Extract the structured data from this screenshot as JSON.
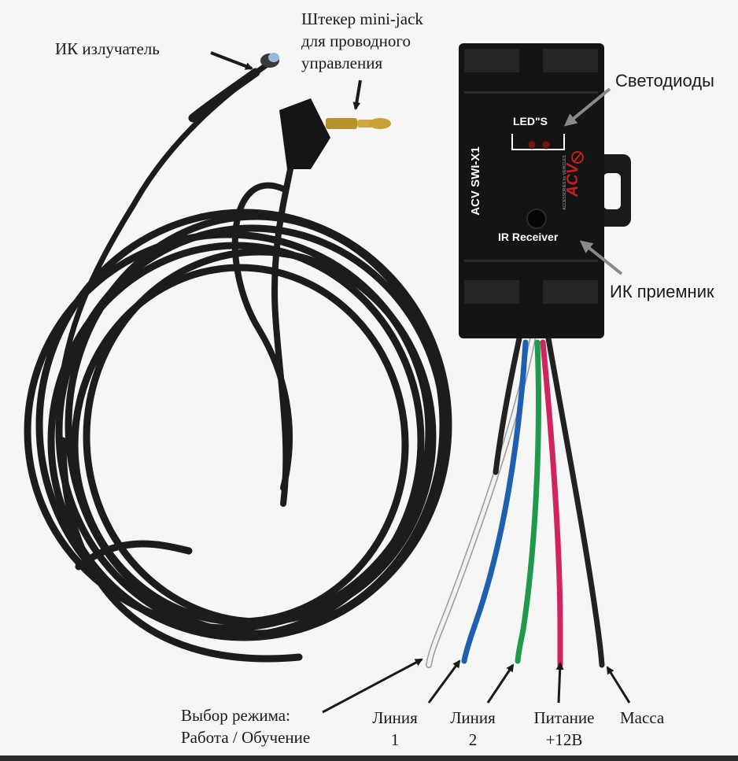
{
  "labels": {
    "ir_emitter": "ИК излучатель",
    "minijack_line1": "Штекер mini-jack",
    "minijack_line2": "для проводного",
    "minijack_line3": "управления",
    "leds": "Светодиоды",
    "ir_receiver": "ИК приемник",
    "mode_line1": "Выбор режима:",
    "mode_line2": "Работа / Обучение",
    "line1_a": "Линия",
    "line1_b": "1",
    "line2_a": "Линия",
    "line2_b": "2",
    "power_a": "Питание",
    "power_b": "+12В",
    "ground": "Масса"
  },
  "device": {
    "model": "ACV SWI-X1",
    "leds_label": "LED\"S",
    "receiver_label": "IR Receiver",
    "brand": "ACV",
    "brand_sub": "ACCESSORIES for VEHICLES"
  },
  "colors": {
    "cable": "#1c1c1c",
    "device": "#141414",
    "wire_white": "#f2f2f2",
    "wire_blue": "#1f5fb0",
    "wire_green": "#1e9a4a",
    "wire_red": "#d0245e",
    "wire_black": "#222222",
    "brand_red": "#c41e1e",
    "arrow_gray": "#8a8a8a"
  }
}
